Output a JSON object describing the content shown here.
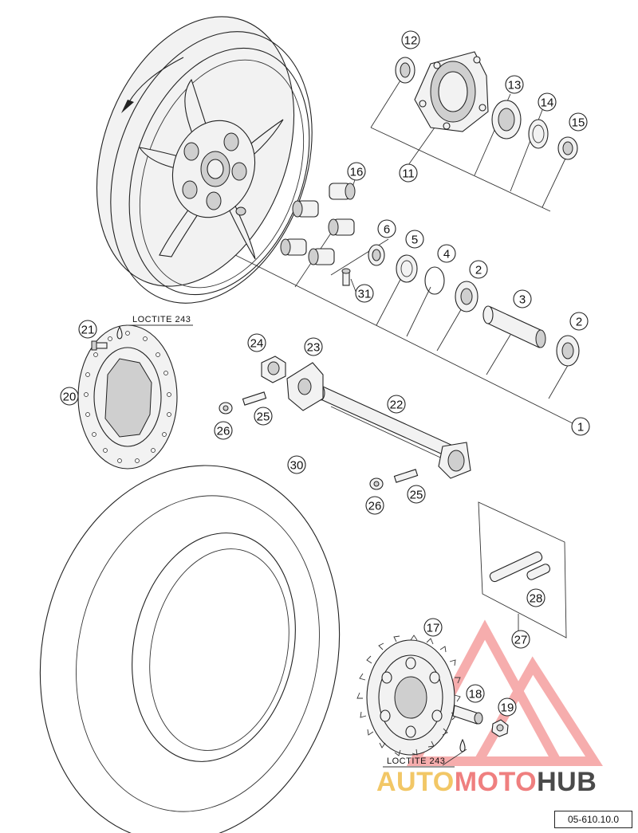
{
  "callouts": [
    {
      "label": "1"
    },
    {
      "label": "2"
    },
    {
      "label": "2"
    },
    {
      "label": "3"
    },
    {
      "label": "4"
    },
    {
      "label": "5"
    },
    {
      "label": "6"
    },
    {
      "label": "11"
    },
    {
      "label": "12"
    },
    {
      "label": "13"
    },
    {
      "label": "14"
    },
    {
      "label": "15"
    },
    {
      "label": "16"
    },
    {
      "label": "17"
    },
    {
      "label": "18"
    },
    {
      "label": "19"
    },
    {
      "label": "20"
    },
    {
      "label": "21"
    },
    {
      "label": "22"
    },
    {
      "label": "23"
    },
    {
      "label": "24"
    },
    {
      "label": "25"
    },
    {
      "label": "25"
    },
    {
      "label": "26"
    },
    {
      "label": "26"
    },
    {
      "label": "27"
    },
    {
      "label": "28"
    },
    {
      "label": "30"
    },
    {
      "label": "31"
    }
  ],
  "notes": {
    "loctite_top": "LOCTITE 243",
    "loctite_bottom": "LOCTITE 243"
  },
  "diagram_code": "05-610.10.0",
  "watermark": {
    "part1": "AUTO",
    "part2": "MOTO",
    "part3": "HUB"
  },
  "colors": {
    "line": "#222222",
    "watermark_yellow": "#f2c766",
    "watermark_red": "#ef7f7f",
    "watermark_dark": "#4a4a4a"
  }
}
